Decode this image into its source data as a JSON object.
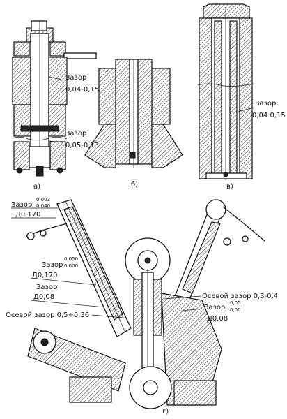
{
  "figure": {
    "captions": {
      "a": "а)",
      "b": "б)",
      "v": "в)",
      "g": "г)"
    },
    "callouts": {
      "a_gap1_label": "Зазор",
      "a_gap1_value": "0,04-0,15",
      "a_gap2_label": "Зазор",
      "a_gap2_value": "0,05-0,13",
      "v_gap_label": "Зазор",
      "v_gap_value": "0,04 0,15",
      "g_top_label": "Зазор",
      "g_top_tol_upper": "0,003",
      "g_top_tol_lower": "0,040",
      "g_top_dim": "Д0,170",
      "g_mid1_label": "Зазор",
      "g_mid1_tol_upper": "0,050",
      "g_mid1_tol_lower": "0,000",
      "g_mid1_dim": "Д0,170",
      "g_mid2_label": "Зазор",
      "g_mid2_dim": "Д0,08",
      "g_axial_left": "Осевой зазор 0,5÷0,36",
      "g_axial_right": "Осевой зазор 0,3-0,4",
      "g_right_label": "Зазор",
      "g_right_tol_upper": "0,05",
      "g_right_tol_lower": "0,00",
      "g_right_dim": "Д0,08"
    }
  }
}
